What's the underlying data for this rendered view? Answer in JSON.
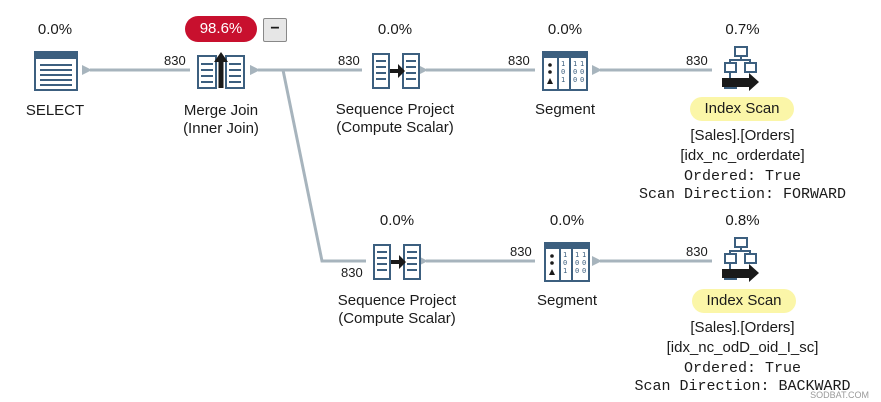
{
  "nodes": {
    "select": {
      "pct": "0.0%",
      "label": "SELECT"
    },
    "merge_join": {
      "pct": "98.6%",
      "label1": "Merge Join",
      "label2": "(Inner Join)",
      "collapse": "−"
    },
    "seq_project_top": {
      "pct": "0.0%",
      "label1": "Sequence Project",
      "label2": "(Compute Scalar)"
    },
    "segment_top": {
      "pct": "0.0%",
      "label": "Segment"
    },
    "index_scan_top": {
      "pct": "0.7%",
      "label": "Index Scan",
      "object1": "[Sales].[Orders]",
      "object2": "[idx_nc_orderdate]",
      "ordered": "Ordered: True",
      "direction": "Scan Direction: FORWARD"
    },
    "seq_project_bottom": {
      "pct": "0.0%",
      "label1": "Sequence Project",
      "label2": "(Compute Scalar)"
    },
    "segment_bottom": {
      "pct": "0.0%",
      "label": "Segment"
    },
    "index_scan_bottom": {
      "pct": "0.8%",
      "label": "Index Scan",
      "object1": "[Sales].[Orders]",
      "object2": "[idx_nc_odD_oid_I_sc]",
      "ordered": "Ordered: True",
      "direction": "Scan Direction: BACKWARD"
    }
  },
  "row_counts": {
    "mj_to_select": "830",
    "sp_to_mj": "830",
    "seg_to_sp": "830",
    "scan_to_seg": "830",
    "sp2_to_mj": "830",
    "seg2_to_sp2": "830",
    "scan2_to_seg2": "830"
  },
  "watermark": "SODBAT.COM",
  "colors": {
    "arrow": "#a7b4bd",
    "cost_badge": "#c8102e",
    "highlight": "#fbf6a8",
    "icon_blue": "#3c5f7f"
  }
}
